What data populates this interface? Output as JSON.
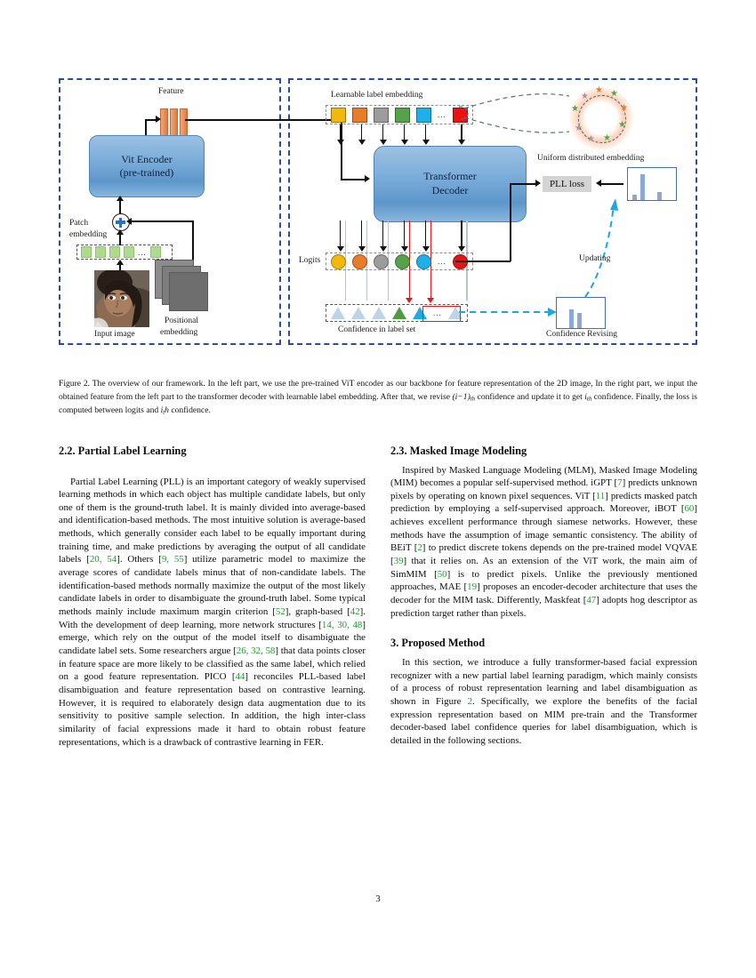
{
  "page": {
    "number": "3"
  },
  "figure": {
    "caption_prefix": "Figure 2.",
    "caption": "Figure 2. The overview of our framework. In the left part, we use the pre-trained ViT encoder as our backbone for feature representation of the 2D image, In the right part, we input the obtained feature from the left part to the transformer decoder with learnable label embedding. After that, we revise (i−1)th confidence and update it to get ith confidence. Finally, the loss is computed between logits and ith confidence.",
    "caption_seg_1": "Figure 2. The overview of our framework. In the left part, we use the pre-trained ViT encoder as our backbone for feature representation of the 2D image, In the right part, we input the obtained feature from the left part to the transformer decoder with learnable label embedding. After that, we revise ",
    "caption_math_1": "(i−1)",
    "caption_math_1_sub": "th",
    "caption_seg_2": " confidence and update it to get ",
    "caption_math_2": "i",
    "caption_math_2_sub": "th",
    "caption_seg_3": " confidence. Finally, the loss is computed between logits and ",
    "caption_math_3": "i",
    "caption_math_3_sub": "t",
    "caption_math_4": "h",
    "caption_seg_4": " confidence.",
    "labels": {
      "feature": "Feature",
      "vit_encoder_line1": "Vit Encoder",
      "vit_encoder_line2": "(pre-trained)",
      "patch_embedding_line1": "Patch",
      "patch_embedding_line2": "embedding",
      "input_image": "Input image",
      "positional_embedding_line1": "Positional",
      "positional_embedding_line2": "embedding",
      "learnable_label_embedding": "Learnable label embedding",
      "transformer_decoder_line1": "Transformer",
      "transformer_decoder_line2": "Decoder",
      "uniform_distributed_embedding": "Uniform distributed embedding",
      "pll_loss": "PLL loss",
      "logits": "Logits",
      "confidence_in_label_set": "Confidence in label set",
      "confidence_revising": "Confidence Revising",
      "updating": "Updating",
      "ellipsis": "..."
    },
    "colors": {
      "label_embedding": [
        "#f2b90d",
        "#e77c2b",
        "#9c9c9c",
        "#58a14b",
        "#1fb0e8",
        "#e81414"
      ],
      "logits": [
        "#f2b90d",
        "#e77c2b",
        "#9c9c9c",
        "#58a14b",
        "#1fb0e8",
        "#e81414"
      ],
      "confidence_triangles": [
        "#bcd3ea",
        "#bcd3ea",
        "#bcd3ea",
        "#4f9b44",
        "#26a8e0",
        "#bcd3ea"
      ],
      "panel_border": "#2b4b9b",
      "block_fill": "#7fb0dc",
      "feature_bar": "#e8915c",
      "patch_token": "#aedc8e",
      "positional": "#7d7d7d",
      "highlight_red": "#e01b1b",
      "updating_arrow": "#19a8e0",
      "pll_loss_bg": "#d4d4d4",
      "star_colors": [
        "#58a14b",
        "#e77c2b",
        "#9c9c9c"
      ]
    },
    "histogram_top": [
      0.18,
      0.95,
      0.12,
      0.3,
      0.1
    ],
    "histogram_bottom": [
      0.1,
      0.72,
      0.6,
      0.12,
      0.1
    ]
  },
  "left_column": {
    "section_heading": "2.2. Partial Label Learning",
    "paragraph_parts": [
      {
        "t": "Partial Label Learning (PLL) is an important category of weakly supervised learning methods in which each object has multiple candidate labels, but only one of them is the ground-truth label. It is mainly divided into average-based and identification-based methods. The most intuitive solution is average-based methods, which generally consider each label to be equally important during training time, and make predictions by averaging the output of all candidate labels ["
      },
      {
        "t": "20, 54",
        "ref": true
      },
      {
        "t": "]. Others ["
      },
      {
        "t": "9, 55",
        "ref": true
      },
      {
        "t": "] utilize parametric model to maximize the average scores of candidate labels minus that of non-candidate labels. The identification-based methods normally maximize the output of the most likely candidate labels in order to disambiguate the ground-truth label. Some typical methods mainly include maximum margin criterion ["
      },
      {
        "t": "52",
        "ref": true
      },
      {
        "t": "], graph-based ["
      },
      {
        "t": "42",
        "ref": true
      },
      {
        "t": "]. With the development of deep learning, more network structures ["
      },
      {
        "t": "14, 30, 48",
        "ref": true
      },
      {
        "t": "] emerge, which rely on the output of the model itself to disambiguate the candidate label sets. Some researchers argue ["
      },
      {
        "t": "26, 32, 58",
        "ref": true
      },
      {
        "t": "] that data points closer in feature space are more likely to be classified as the same label, which relied on a good feature representation. PICO ["
      },
      {
        "t": "44",
        "ref": true
      },
      {
        "t": "] reconciles PLL-based label disambiguation and feature representation based on contrastive learning. However, it is required to elaborately design data augmentation due to its sensitivity to positive sample selection. In addition, the high inter-class similarity of facial expressions made it hard to obtain robust feature representations, which is a drawback of contrastive learning in FER."
      }
    ]
  },
  "right_column": {
    "section_heading_1": "2.3. Masked Image Modeling",
    "paragraph_1_parts": [
      {
        "t": "Inspired by Masked Language Modeling (MLM), Masked Image Modeling (MIM) becomes a popular self-supervised method. iGPT ["
      },
      {
        "t": "7",
        "ref": true
      },
      {
        "t": "] predicts unknown pixels by operating on known pixel sequences. ViT ["
      },
      {
        "t": "11",
        "ref": true
      },
      {
        "t": "] predicts masked patch prediction by employing a self-supervised approach. Moreover, iBOT ["
      },
      {
        "t": "60",
        "ref": true
      },
      {
        "t": "] achieves excellent performance through siamese networks. However, these methods have the assumption of image semantic consistency. The ability of BEiT ["
      },
      {
        "t": "2",
        "ref": true
      },
      {
        "t": "] to predict discrete tokens depends on the pre-trained model VQVAE ["
      },
      {
        "t": "39",
        "ref": true
      },
      {
        "t": "] that it relies on. As an extension of the ViT work, the main aim of SimMIM ["
      },
      {
        "t": "50",
        "ref": true
      },
      {
        "t": "] is to predict pixels. Unlike the previously mentioned approaches, MAE ["
      },
      {
        "t": "19",
        "ref": true
      },
      {
        "t": "] proposes an encoder-decoder architecture that uses the decoder for the MIM task. Differently, Maskfeat ["
      },
      {
        "t": "47",
        "ref": true
      },
      {
        "t": "] adopts hog descriptor as prediction target rather than pixels."
      }
    ],
    "section_heading_2": "3. Proposed Method",
    "paragraph_2_parts": [
      {
        "t": "In this section, we introduce a fully transformer-based facial expression recognizer with a new partial label learning paradigm, which mainly consists of a process of robust representation learning and label disambiguation as shown in Figure "
      },
      {
        "t": "2",
        "ref": true
      },
      {
        "t": ". Specifically, we explore the benefits of the facial expression representation based on MIM pre-train and the Transformer decoder-based label confidence queries for label disambiguation, which is detailed in the following sections."
      }
    ]
  }
}
